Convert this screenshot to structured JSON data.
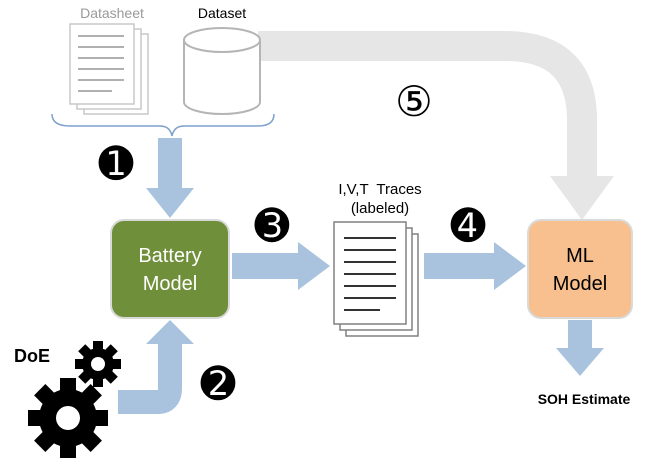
{
  "inputs": {
    "datasheet_label": "Datasheet",
    "dataset_label": "Dataset"
  },
  "battery_model": {
    "line1": "Battery",
    "line2": "Model"
  },
  "traces": {
    "line1": "I,V,T  Traces",
    "line2": "(labeled)"
  },
  "ml_model": {
    "line1": "ML",
    "line2": "Model"
  },
  "doe_label": "DoE",
  "output_label": "SOH Estimate",
  "steps": {
    "s1": "➊",
    "s2": "➋",
    "s3": "➌",
    "s4": "➍",
    "s5": "⑤"
  },
  "colors": {
    "battery_model_fill": "#6f8f3a",
    "ml_model_fill": "#f8c08f",
    "flow_arrow": "#a9c3df",
    "feedback_arrow": "#e6e6e6"
  }
}
